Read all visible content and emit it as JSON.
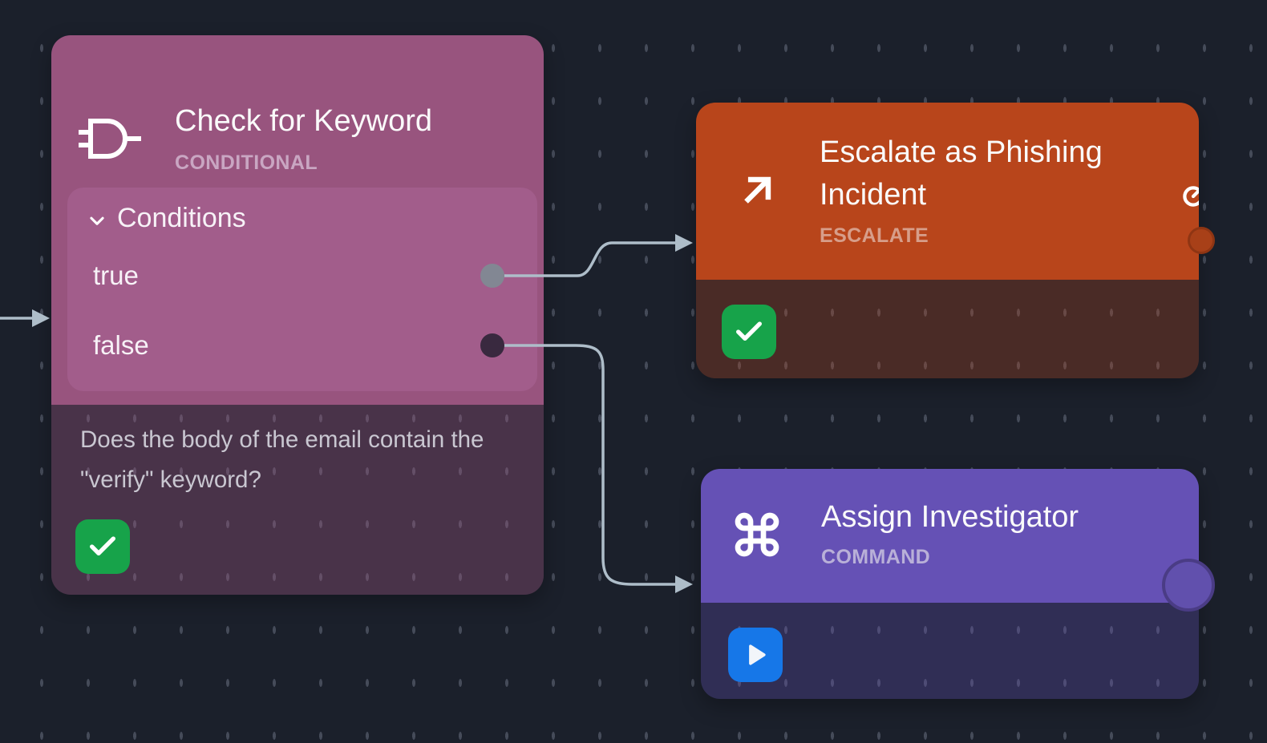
{
  "canvas": {
    "background_color": "#1b202b",
    "grid_dot_color": "#454b59",
    "edge_color": "#aebdc9"
  },
  "status_colors": {
    "success_green": "#17a34a",
    "run_blue": "#1677e8"
  },
  "nodes": {
    "check_for_keyword": {
      "title": "Check for Keyword",
      "type_label": "CONDITIONAL",
      "accent_color": "#98547e",
      "icon": "logic-gate-icon",
      "conditions": {
        "label": "Conditions",
        "collapse_icon": "chevron-down-icon",
        "outputs": [
          {
            "label": "true",
            "port_color": "#828793"
          },
          {
            "label": "false",
            "port_color": "#39293f"
          }
        ]
      },
      "description": "Does the body of the email contain the \"verify\" keyword?",
      "status_icon": "check-icon"
    },
    "escalate_as_phishing_incident": {
      "title": "Escalate as Phishing Incident",
      "type_label": "ESCALATE",
      "accent_color": "#b8451b",
      "icon": "arrow-up-right-icon",
      "edge_icon": "retry-icon",
      "port_color": "#a84018",
      "status_icon": "check-icon"
    },
    "assign_investigator": {
      "title": "Assign Investigator",
      "type_label": "COMMAND",
      "accent_color": "#6551b5",
      "icon": "command-icon",
      "port_color": "#6150ad",
      "status_icon": "play-icon"
    }
  }
}
